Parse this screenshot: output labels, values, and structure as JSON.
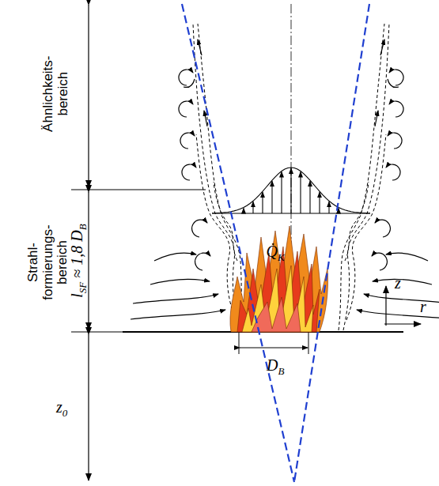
{
  "diagram": {
    "labels": [
      "Ähnlichkeits-",
      "bereich",
      "Strahl-",
      "formierungs-",
      "bereich",
      "l",
      "SF",
      "≈ 1,8",
      "D",
      "B",
      "Q̇",
      "K",
      "z",
      "r",
      "D",
      "B",
      "z",
      "0"
    ]
  }
}
